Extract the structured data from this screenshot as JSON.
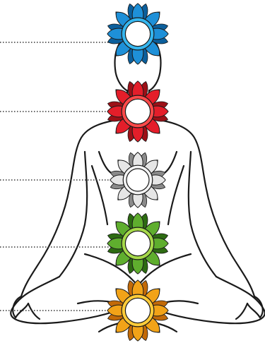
{
  "figure": {
    "description_visible_text": "",
    "leader_lines": 5,
    "chakras": [
      {
        "id": "top-lotus",
        "petal_color": "#1e90d8",
        "petal_dark": "#0b5f9c",
        "inner_color": "#35b6ef"
      },
      {
        "id": "throat-lotus",
        "petal_color": "#e41e2a",
        "petal_dark": "#9c1017",
        "inner_color": "#ff4a4a"
      },
      {
        "id": "heart-lotus",
        "petal_color": "#e6e6e6",
        "petal_dark": "#8a8a8a",
        "inner_color": "#f4f4f4"
      },
      {
        "id": "solar-lotus",
        "petal_color": "#5fae2e",
        "petal_dark": "#2d6b12",
        "inner_color": "#a6d94a"
      },
      {
        "id": "base-lotus",
        "petal_color": "#f2a318",
        "petal_dark": "#c26a08",
        "inner_color": "#ffcc3a"
      }
    ],
    "line_color": "#1a1a1a",
    "dotted_color": "#333333"
  }
}
